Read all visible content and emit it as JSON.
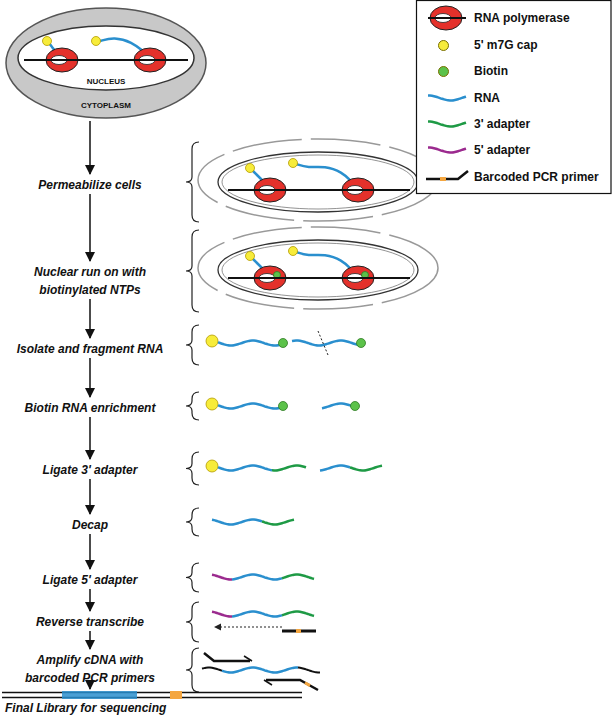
{
  "diagram": {
    "nodes": [
      {
        "text": [
          "CYTOPLASM"
        ]
      },
      {
        "text": [
          "NUCLEUS"
        ],
        "in": 0
      },
      {
        "text": [
          "Permeabilize cells"
        ]
      },
      {
        "text": [
          "Nuclear run on with biotinylated NTPs"
        ]
      },
      {
        "text": [
          "Isolate and fragment RNA"
        ]
      },
      {
        "text": [
          "Biotin RNA enrichment"
        ]
      },
      {
        "text": [
          "Ligate 3' adapter"
        ]
      },
      {
        "text": [
          "Decap"
        ]
      },
      {
        "text": [
          "Ligate 5' adapter"
        ]
      },
      {
        "text": [
          "Reverse transcribe"
        ]
      },
      {
        "text": [
          "Amplify cDNA with barcoded PCR primers"
        ]
      },
      {
        "text": [
          "Final Library for sequencing"
        ]
      }
    ],
    "edges": [
      {
        "from": 0,
        "to": 2,
        "arrow": "to"
      },
      {
        "from": 2,
        "to": 3,
        "arrow": "to"
      },
      {
        "from": 3,
        "to": 4,
        "arrow": "to"
      },
      {
        "from": 4,
        "to": 5,
        "arrow": "to"
      },
      {
        "from": 5,
        "to": 6,
        "arrow": "to"
      },
      {
        "from": 6,
        "to": 7,
        "arrow": "to"
      },
      {
        "from": 7,
        "to": 8,
        "arrow": "to"
      },
      {
        "from": 8,
        "to": 9,
        "arrow": "to"
      },
      {
        "from": 9,
        "to": 10,
        "arrow": "to"
      },
      {
        "from": 10,
        "to": 11,
        "arrow": "to"
      }
    ],
    "legend": [
      {
        "text": "RNA polymerase"
      },
      {
        "text": "5' m7G cap",
        "color": "#f7ec3a"
      },
      {
        "text": "Biotin",
        "color": "#5cc24a"
      },
      {
        "text": "RNA"
      },
      {
        "text": "3' adapter"
      },
      {
        "text": "5' adapter"
      },
      {
        "text": "Barcoded PCR primer"
      }
    ]
  }
}
